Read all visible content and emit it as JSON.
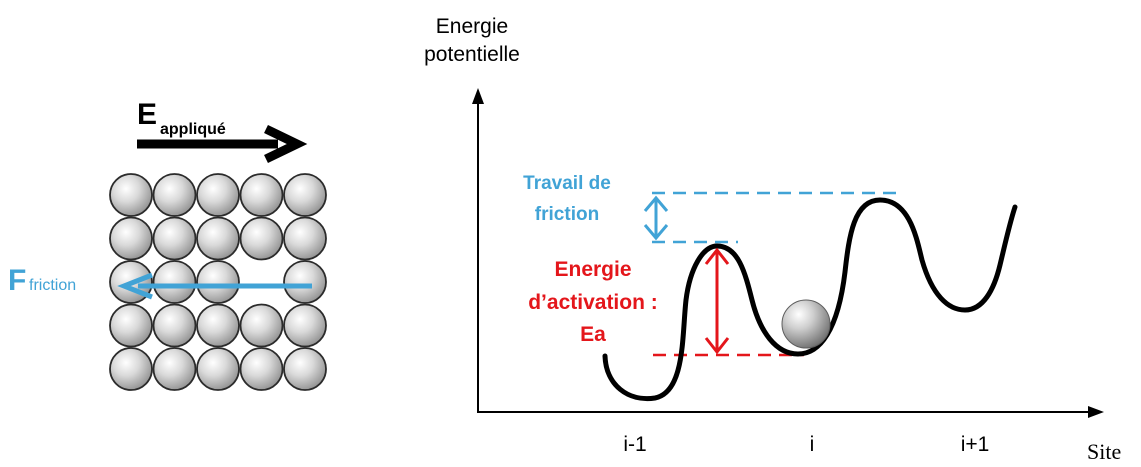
{
  "left_panel": {
    "applied_field": {
      "main": "E",
      "sub": "appliqué"
    },
    "friction_force": {
      "main": "F",
      "sub": "friction"
    },
    "lattice": {
      "rows": 5,
      "cols": 5,
      "vacancy": {
        "row": 3,
        "col": 4
      }
    }
  },
  "right_panel": {
    "y_axis_label_line1": "Energie",
    "y_axis_label_line2": "potentielle",
    "x_axis_label": "Site",
    "sites": [
      "i-1",
      "i",
      "i+1"
    ],
    "friction_work_line1": "Travail de",
    "friction_work_line2": "friction",
    "activation_line1": "Energie",
    "activation_line2": "d’activation :",
    "activation_line3": "Ea"
  },
  "colors": {
    "blue": "#41a3d6",
    "red": "#e4161b",
    "black": "#000000",
    "sphere_dark": "#8a8a8a",
    "sphere_light": "#f2f2f2"
  }
}
